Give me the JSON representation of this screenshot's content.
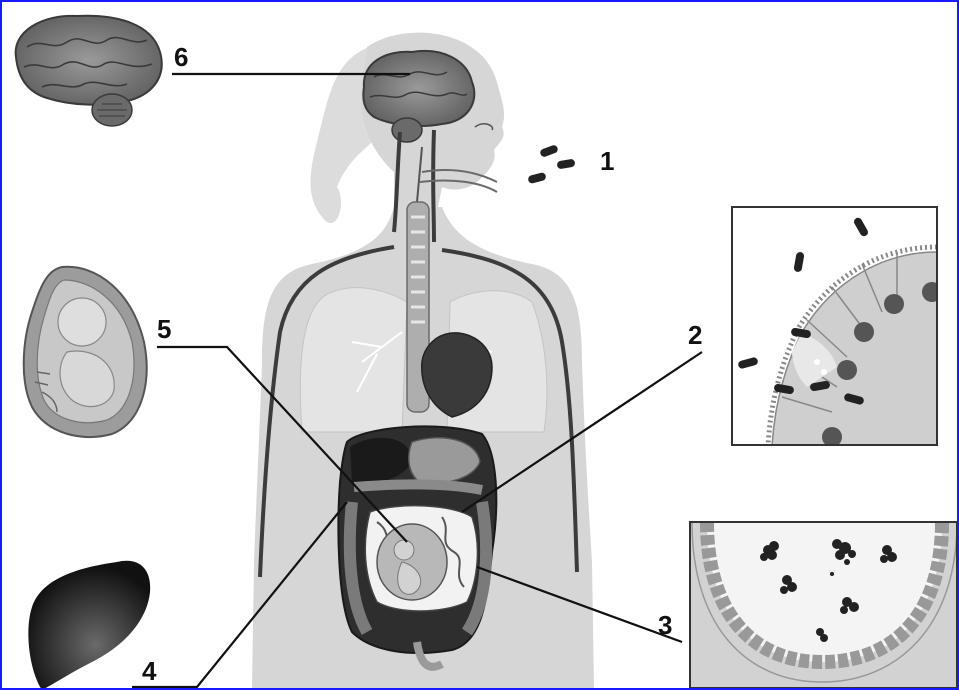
{
  "labels": {
    "l1": "1",
    "l2": "2",
    "l3": "3",
    "l4": "4",
    "l5": "5",
    "l6": "6"
  },
  "colors": {
    "border": "#1a1aff",
    "body": "#d6d6d6",
    "dark": "#2b2b2b",
    "mid": "#7a7a7a",
    "panel": "#cfcfcf",
    "cell": "#b9b9b9",
    "nucleus": "#555555"
  }
}
